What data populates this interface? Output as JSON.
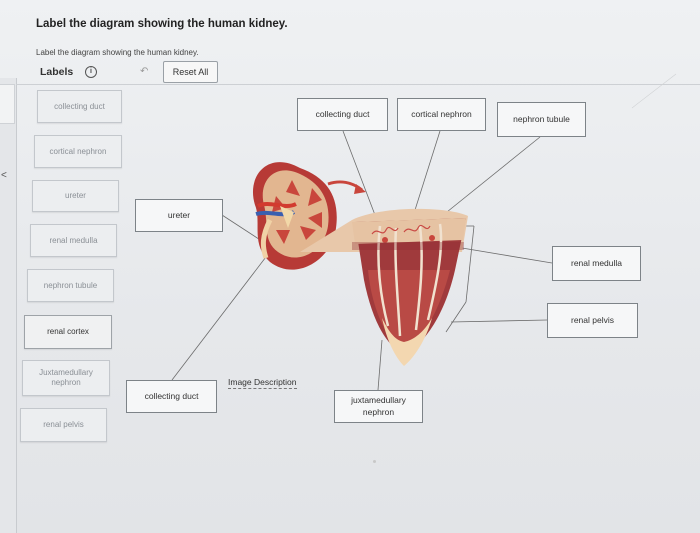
{
  "question": {
    "title": "Label the diagram showing the human kidney.",
    "subtitle": "Label the diagram showing the human kidney."
  },
  "toolbar": {
    "labels_heading": "Labels",
    "info_icon": "info-icon",
    "info_glyph": "i",
    "undo_icon": "undo-arrow-icon",
    "undo_glyph": "↶",
    "reset_label": "Reset All"
  },
  "label_bank": [
    "collecting duct",
    "cortical nephron",
    "ureter",
    "renal medulla",
    "nephron tubule",
    "renal cortex",
    "Juxtamedullary\nnephron",
    "renal pelvis"
  ],
  "placed_labels": {
    "ureter": "ureter",
    "collecting_duct_left": "collecting duct",
    "collecting_duct_top": "collecting duct",
    "cortical_nephron": "cortical nephron",
    "nephron_tubule": "nephron tubule",
    "renal_medulla": "renal medulla",
    "renal_pelvis": "renal pelvis",
    "juxtamedullary": "juxtamedullary\nnephron"
  },
  "image_description": "Image Description",
  "left_edge_mark": "<",
  "colors": {
    "kidney_cortex": "#c9463c",
    "kidney_medulla": "#a8333a",
    "cortex_light": "#e8c9a8",
    "pelvis": "#f0d2a6",
    "artery": "#d23a2f",
    "vein": "#3a5fb0",
    "arrow": "#c9463c"
  }
}
